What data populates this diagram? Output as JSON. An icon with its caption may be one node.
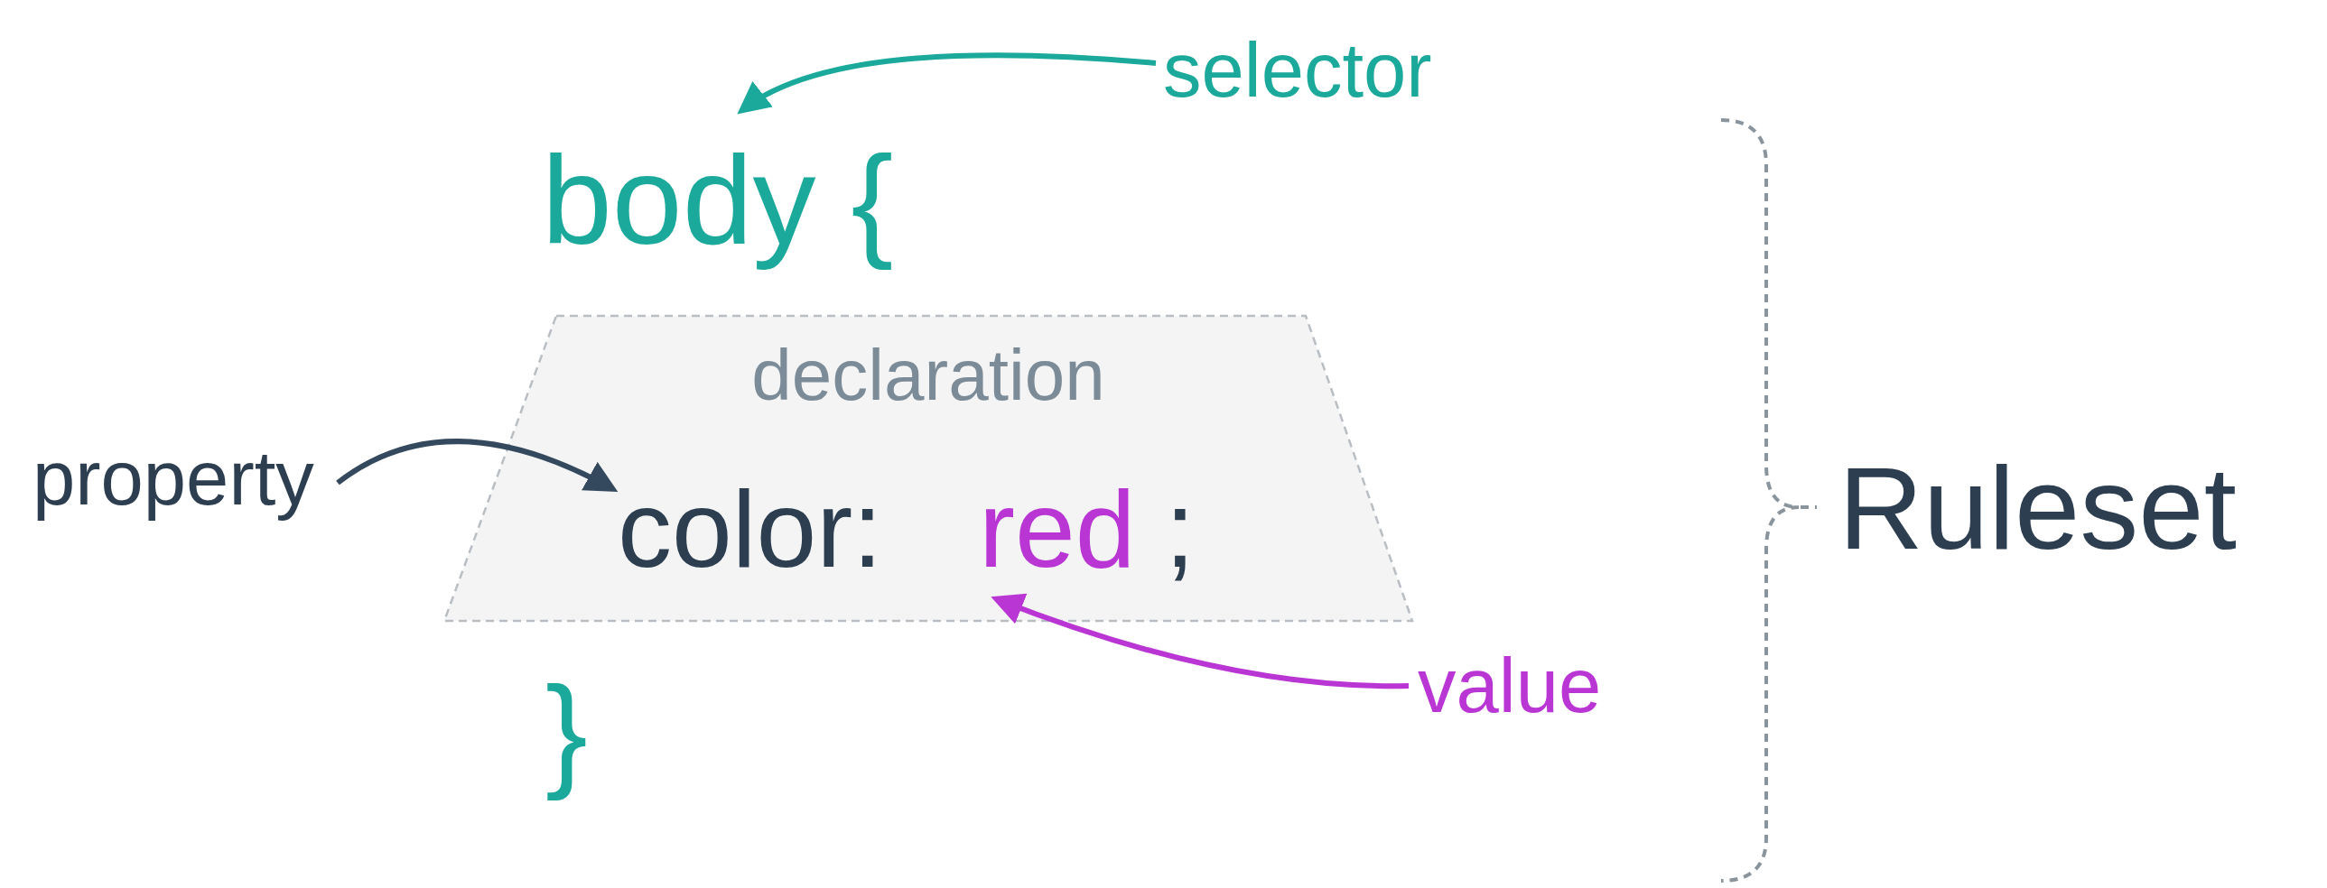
{
  "diagram": {
    "nodes": [
      {
        "text": [
          "selector"
        ]
      },
      {
        "text": [
          "body {"
        ]
      },
      {
        "text": [
          "declaration"
        ]
      },
      {
        "text": [
          "color:"
        ],
        "in": 2
      },
      {
        "text": [
          "red"
        ],
        "in": 2
      },
      {
        "text": [
          "property"
        ]
      },
      {
        "text": [
          "value"
        ]
      }
    ],
    "edges": [
      {
        "from": 0,
        "to": 1,
        "arrow": "to",
        "color": "#1aa99a"
      },
      {
        "from": 5,
        "to": 3,
        "arrow": "to",
        "color": "#34495e"
      },
      {
        "from": 6,
        "to": 4,
        "arrow": "to",
        "color": "#b935d4"
      }
    ],
    "labels": [
      ";",
      "Ruleset",
      "}"
    ]
  }
}
